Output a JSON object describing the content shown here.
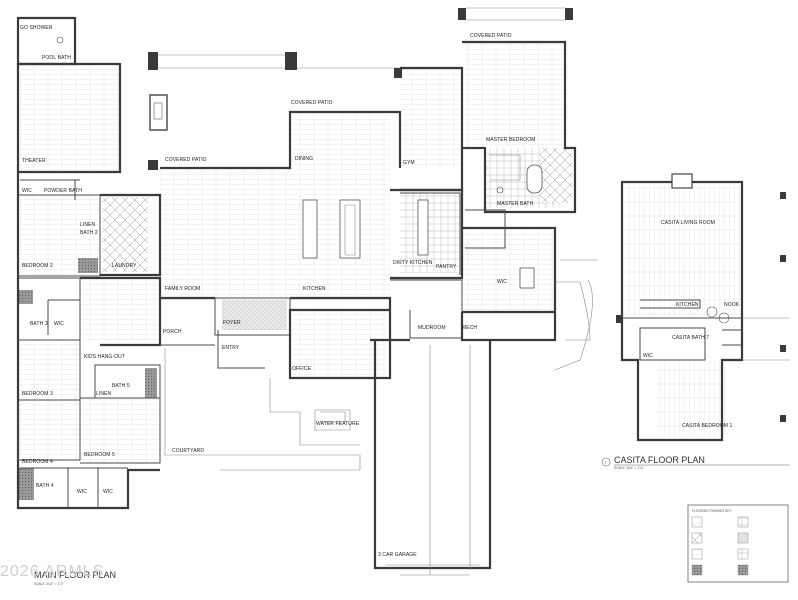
{
  "rooms": {
    "bath_shower": "GO SHOWER",
    "pool_bath": "POOL BATH",
    "theater": "THEATER",
    "wic_1": "WIC",
    "powder_bath": "POWDER BATH",
    "linen_1": "LINEN",
    "bath_2": "BATH 2",
    "laundry": "LAUNDRY",
    "bedroom_2": "BEDROOM 2",
    "bath_3": "BATH 3",
    "wic_2": "WIC",
    "kids_hangout": "KIDS HANG-OUT",
    "linen_2": "LINEN",
    "bath_5": "BATH 5",
    "bedroom_3": "BEDROOM 3",
    "bedroom_5": "BEDROOM 5",
    "bedroom_4": "BEDROOM 4",
    "bath_4": "BATH 4",
    "wic_3": "WIC",
    "wic_4": "WIC",
    "covered_patio_1": "COVERED PATIO",
    "covered_patio_2": "COVERED PATIO",
    "covered_patio_3": "COVERED PATIO",
    "dining": "DINING",
    "gym": "GYM",
    "master_bedroom": "MASTER BEDROOM",
    "master_bath": "MASTER BATH",
    "dirty_kitchen": "DIRTY KITCHEN",
    "pantry": "PANTRY",
    "wic_master": "WIC",
    "family_room": "FAMILY ROOM",
    "kitchen": "KITCHEN",
    "porch": "PORCH",
    "foyer": "FOYER",
    "entry": "ENTRY",
    "mudroom": "MUDROOM",
    "mech": "MECH",
    "office": "OFFICE",
    "water_feature": "WATER FEATURE",
    "courtyard": "COURTYARD",
    "garage": "3 CAR GARAGE",
    "casita_living": "CASITA LIVING ROOM",
    "casita_kitchen": "KITCHEN",
    "casita_nook": "NOOK",
    "casita_bath": "CASITA BATH 7",
    "casita_wic": "WIC",
    "casita_bedroom": "CASITA BEDROOM 1"
  },
  "titles": {
    "main_plan": "MAIN FLOOR PLAN",
    "main_scale": "SCALE: 3/16\" = 1'-0\"",
    "casita_plan": "CASITA FLOOR PLAN",
    "casita_scale": "SCALE: 3/16\" = 1'-0\"",
    "casita_marker": "2"
  },
  "legend": {
    "title": "FLOORING FINISHES KEY"
  },
  "watermark": "2026 ARMLS"
}
